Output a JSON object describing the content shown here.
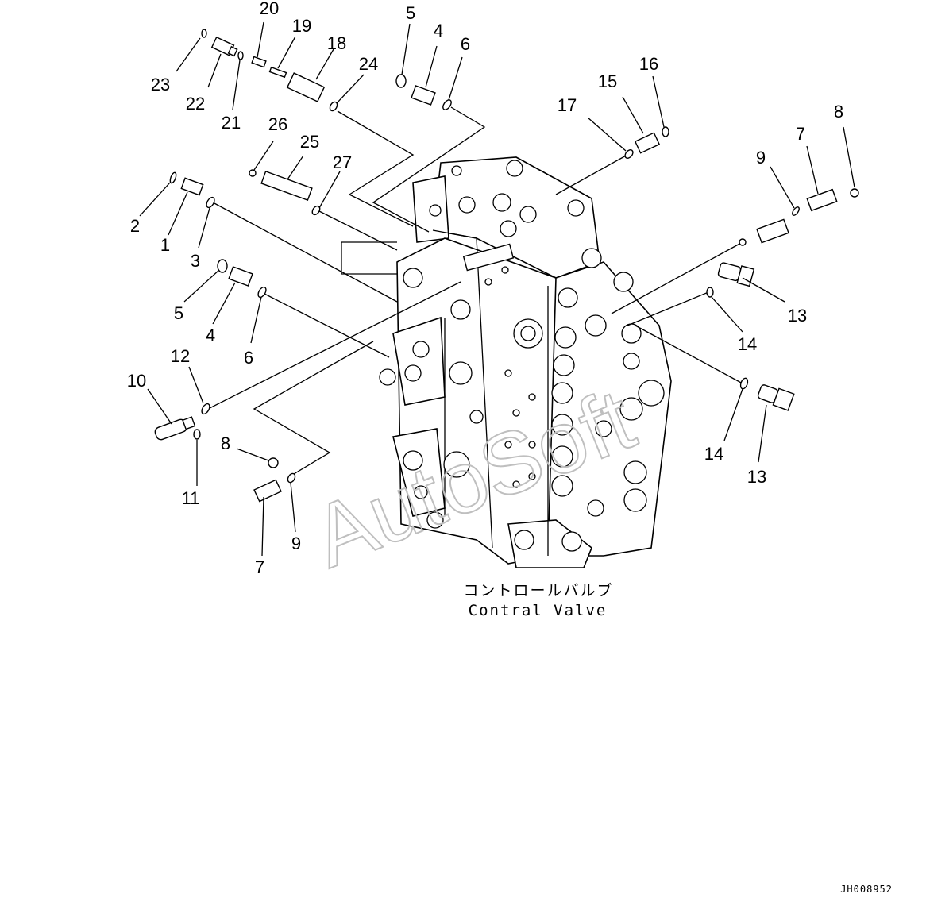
{
  "caption": {
    "japanese": "コントロールバルブ",
    "english": "Contral Valve"
  },
  "watermark": "AutoSoft",
  "document_id": "JH008952",
  "callouts": {
    "c1": "1",
    "c2": "2",
    "c3": "3",
    "c4a": "4",
    "c4b": "4",
    "c5a": "5",
    "c5b": "5",
    "c6a": "6",
    "c6b": "6",
    "c7a": "7",
    "c7b": "7",
    "c8a": "8",
    "c8b": "8",
    "c9a": "9",
    "c9b": "9",
    "c10": "10",
    "c11": "11",
    "c12": "12",
    "c13a": "13",
    "c13b": "13",
    "c14a": "14",
    "c14b": "14",
    "c15": "15",
    "c16": "16",
    "c17": "17",
    "c18": "18",
    "c19": "19",
    "c20": "20",
    "c21": "21",
    "c22": "22",
    "c23": "23",
    "c24": "24",
    "c25": "25",
    "c26": "26",
    "c27": "27"
  }
}
